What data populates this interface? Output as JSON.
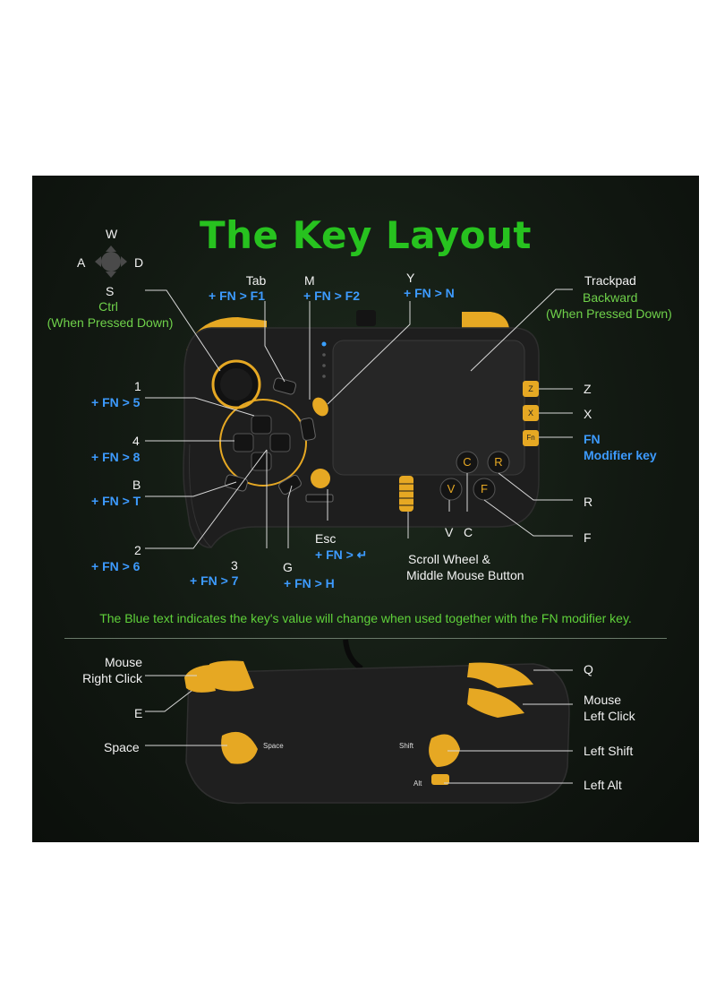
{
  "title": "The Key Layout",
  "note": "The Blue text indicates the key's value will change when used together with the FN modifier key.",
  "dpad_hint": {
    "up": "W",
    "left": "A",
    "right": "D"
  },
  "labels": {
    "s": {
      "key": "S",
      "sub": "Ctrl",
      "sub2": "(When Pressed Down)"
    },
    "tab": {
      "key": "Tab",
      "fn": "+ FN > F1"
    },
    "m": {
      "key": "M",
      "fn": "+ FN > F2"
    },
    "y": {
      "key": "Y",
      "fn": "+ FN > N"
    },
    "trackpad": {
      "key": "Trackpad",
      "sub": "Backward",
      "sub2": "(When Pressed Down)"
    },
    "k1": {
      "key": "1",
      "fn": "+ FN > 5"
    },
    "k4": {
      "key": "4",
      "fn": "+ FN > 8"
    },
    "b": {
      "key": "B",
      "fn": "+ FN > T"
    },
    "k2": {
      "key": "2",
      "fn": "+ FN > 6"
    },
    "k3": {
      "key": "3",
      "fn": "+ FN > 7"
    },
    "g": {
      "key": "G",
      "fn": "+ FN > H"
    },
    "esc": {
      "key": "Esc",
      "fn": "+ FN > ↵"
    },
    "scroll": {
      "line1": "Scroll Wheel &",
      "line2": "Middle Mouse Button"
    },
    "z": "Z",
    "x": "X",
    "fn_mod": {
      "line1": "FN",
      "line2": "Modifier key"
    },
    "r": "R",
    "f": "F",
    "v": "V",
    "c": "C"
  },
  "buttons": {
    "z": "Z",
    "x": "X",
    "fn": "Fn",
    "c": "C",
    "r": "R",
    "v": "V",
    "f": "F"
  },
  "back": {
    "mouse_right": {
      "line1": "Mouse",
      "line2": "Right Click"
    },
    "e": "E",
    "space": "Space",
    "q": "Q",
    "mouse_left": {
      "line1": "Mouse",
      "line2": "Left Click"
    },
    "left_shift": "Left Shift",
    "left_alt": "Left Alt",
    "space_print": "Space",
    "shift_print": "Shift",
    "alt_print": "Alt"
  },
  "colors": {
    "title": "#27c21f",
    "fn_text": "#3d9bff",
    "note": "#5fd13a",
    "accent": "#f0b429"
  }
}
